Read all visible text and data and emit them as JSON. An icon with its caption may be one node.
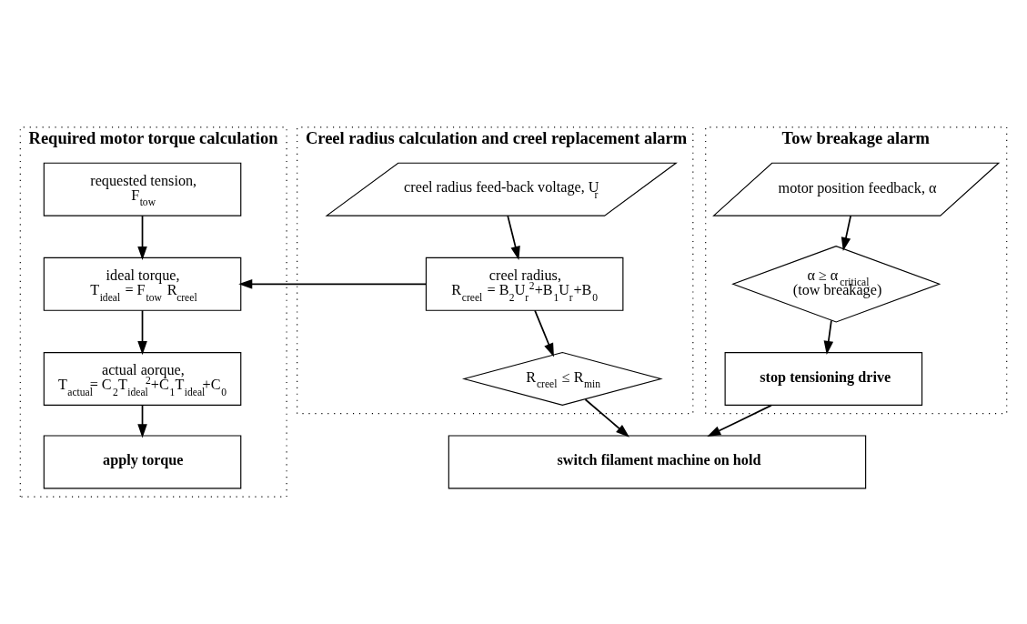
{
  "diagram": {
    "nodes": [
      {
        "text": [
          "Required motor torque calculation"
        ]
      },
      {
        "text": [
          "requested tension,",
          "F$_{tow}$"
        ],
        "in": 0
      },
      {
        "text": [
          "ideal torque,",
          "T$_{ideal}$ = F$_{tow}$ R$_{creel}$"
        ],
        "in": 0
      },
      {
        "text": [
          "actual aorque,",
          "T$_{actual}$= C$_{2}$T$_{ideal}$$^{2}$+C$_{1}$T$_{ideal}$+C$_{0}$"
        ],
        "in": 0
      },
      {
        "text": [
          "apply torque"
        ],
        "in": 0
      },
      {
        "text": [
          "Creel radius calculation and creel replacement alarm"
        ]
      },
      {
        "text": [
          "creel radius feed-back voltage, U$_{r}$"
        ],
        "in": 5
      },
      {
        "text": [
          "creel radius,",
          "R$_{creel}$ = B$_{2}$U$_{r}$$^{2}$+B$_{1}$U$_{r}$+B$_{0}$"
        ],
        "in": 5
      },
      {
        "text": [
          "R$_{creel}$ ≤ R$_{min}$"
        ],
        "in": 5
      },
      {
        "text": [
          "Tow breakage alarm"
        ]
      },
      {
        "text": [
          "motor position feedback, α"
        ],
        "in": 9
      },
      {
        "text": [
          "α ≥ α$_{critical}$",
          "(tow breakage)"
        ],
        "in": 9
      },
      {
        "text": [
          "stop tensioning drive"
        ],
        "in": 9
      },
      {
        "text": [
          "switch filament machine on hold"
        ]
      }
    ],
    "edges": [
      {
        "from": 1,
        "to": 2,
        "arrow": "to"
      },
      {
        "from": 2,
        "to": 3,
        "arrow": "to"
      },
      {
        "from": 3,
        "to": 4,
        "arrow": "to"
      },
      {
        "from": 6,
        "to": 7,
        "arrow": "to"
      },
      {
        "from": 7,
        "to": 2,
        "arrow": "to"
      },
      {
        "from": 7,
        "to": 8,
        "arrow": "to"
      },
      {
        "from": 8,
        "to": 13,
        "arrow": "to"
      },
      {
        "from": 10,
        "to": 11,
        "arrow": "to"
      },
      {
        "from": 11,
        "to": 12,
        "arrow": "to"
      },
      {
        "from": 12,
        "to": 13,
        "arrow": "to"
      }
    ]
  }
}
